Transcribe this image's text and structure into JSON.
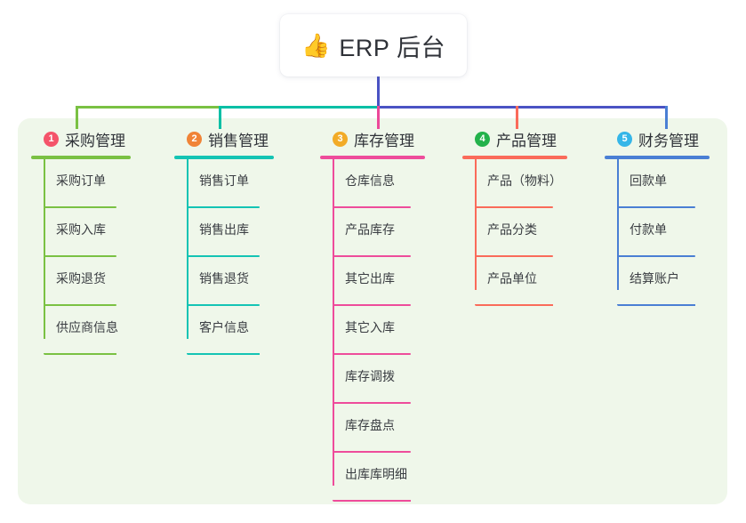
{
  "root": {
    "icon": "thumbs-up-icon",
    "icon_glyph": "👍",
    "title": "ERP 后台"
  },
  "panel": {
    "background_color": "#eff7ea"
  },
  "connector": {
    "stem_color": "#4a53c4",
    "bar_segment_1_color": "#7ac143",
    "bar_segment_2_color": "#00bfa5",
    "bar_segment_3_color": "#4a53c4",
    "drop_colors": [
      "#7ac143",
      "#00bfa5",
      "#ec4899",
      "#fa6b5a",
      "#4a7fd4"
    ]
  },
  "columns": [
    {
      "number": "1",
      "title": "采购管理",
      "badge_color": "#f4546a",
      "line_color": "#7ac143",
      "items": [
        "采购订单",
        "采购入库",
        "采购退货",
        "供应商信息"
      ]
    },
    {
      "number": "2",
      "title": "销售管理",
      "badge_color": "#f08437",
      "line_color": "#14c4b4",
      "items": [
        "销售订单",
        "销售出库",
        "销售退货",
        "客户信息"
      ]
    },
    {
      "number": "3",
      "title": "库存管理",
      "badge_color": "#f2ab27",
      "line_color": "#ee4c9b",
      "items": [
        "仓库信息",
        "产品库存",
        "其它出库",
        "其它入库",
        "库存调拨",
        "库存盘点",
        "出库库明细"
      ]
    },
    {
      "number": "4",
      "title": "产品管理",
      "badge_color": "#23b24b",
      "line_color": "#fa6b5a",
      "items": [
        "产品（物料）",
        "产品分类",
        "产品单位"
      ]
    },
    {
      "number": "5",
      "title": "财务管理",
      "badge_color": "#35b6e8",
      "line_color": "#4a7fd4",
      "items": [
        "回款单",
        "付款单",
        "结算账户"
      ]
    }
  ]
}
